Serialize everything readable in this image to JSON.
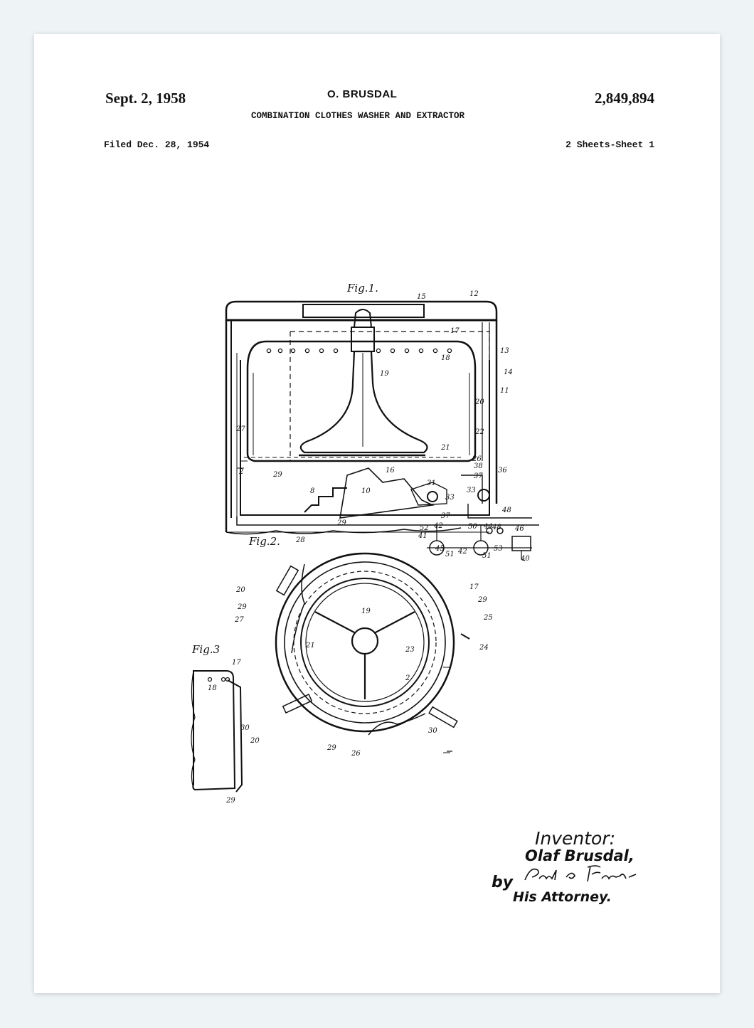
{
  "header": {
    "date": "Sept. 2, 1958",
    "inventor_name": "O. BRUSDAL",
    "patent_number": "2,849,894",
    "title": "COMBINATION CLOTHES WASHER AND EXTRACTOR",
    "filed": "Filed Dec. 28, 1954",
    "sheets": "2 Sheets-Sheet 1"
  },
  "figures": {
    "fig1": "Fig.1.",
    "fig2": "Fig.2.",
    "fig3": "Fig.3"
  },
  "reference_numerals": {
    "n2": "2",
    "n8": "8",
    "n10": "10",
    "n11": "11",
    "n12": "12",
    "n13": "13",
    "n14": "14",
    "n15": "15",
    "n16": "16",
    "n17": "17",
    "n18": "18",
    "n19": "19",
    "n20": "20",
    "n21": "21",
    "n22": "22",
    "n23": "23",
    "n24": "24",
    "n25": "25",
    "n26": "26",
    "n27": "27",
    "n28": "28",
    "n29": "29",
    "n30": "30",
    "n31": "31",
    "n33": "33",
    "n36": "36",
    "n37": "37",
    "n38": "38",
    "n40": "40",
    "n41": "41",
    "n42": "42",
    "n44": "44",
    "n45": "45",
    "n46": "46",
    "n48": "48",
    "n50": "50",
    "n51": "51",
    "n52": "52",
    "n53": "53"
  },
  "signature_block": {
    "inventor_label": "Inventor:",
    "inventor": "Olaf Brusdal,",
    "by": "by",
    "attorney_title": "His Attorney."
  }
}
